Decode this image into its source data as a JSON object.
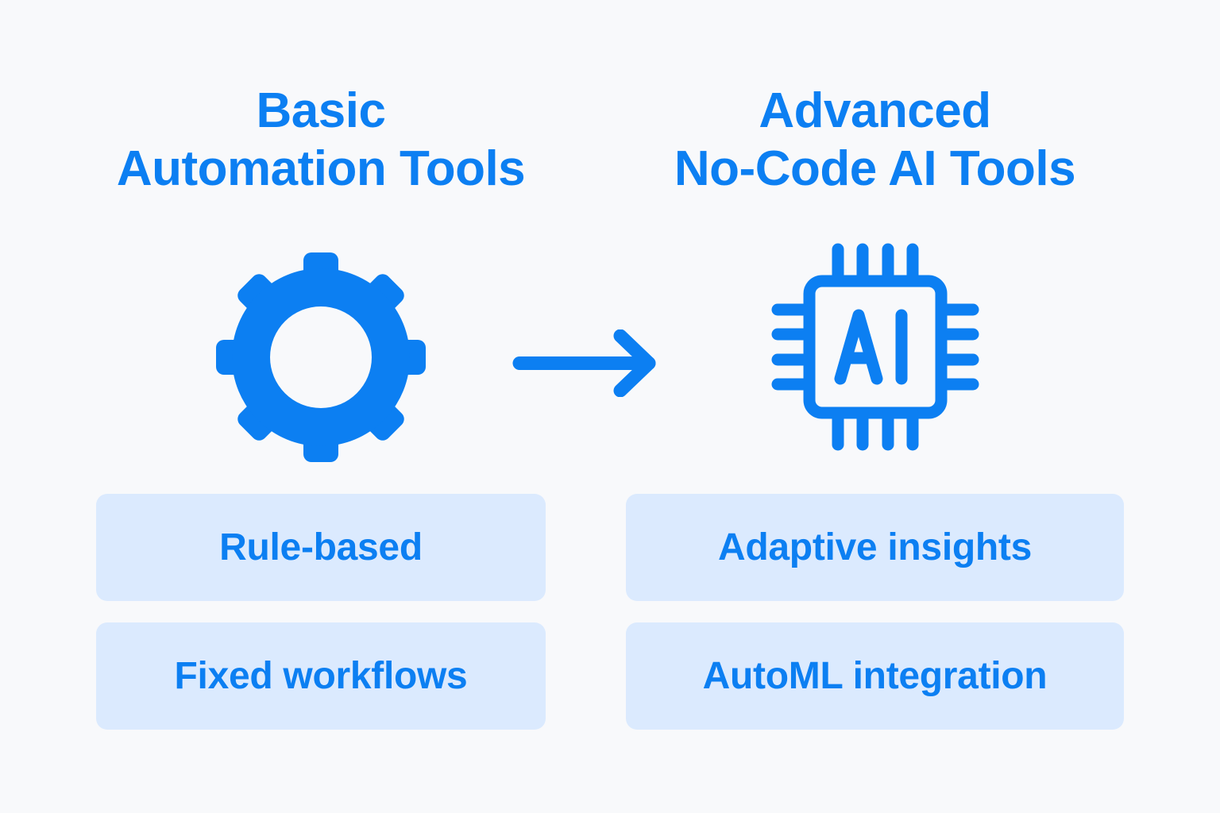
{
  "page": {
    "background_color": "#f8f9fb",
    "accent_color": "#0c7ff2",
    "pill_background_color": "#dbeafe"
  },
  "left_column": {
    "heading_line1": "Basic",
    "heading_line2": "Automation Tools",
    "icon": "gear-icon",
    "features": [
      {
        "label": "Rule-based"
      },
      {
        "label": "Fixed workflows"
      }
    ]
  },
  "connector": {
    "icon": "arrow-right-icon"
  },
  "right_column": {
    "heading_line1": "Advanced",
    "heading_line2": "No-Code AI Tools",
    "icon": "ai-chip-icon",
    "icon_label": "AI",
    "features": [
      {
        "label": "Adaptive insights"
      },
      {
        "label": "AutoML integration"
      }
    ]
  }
}
